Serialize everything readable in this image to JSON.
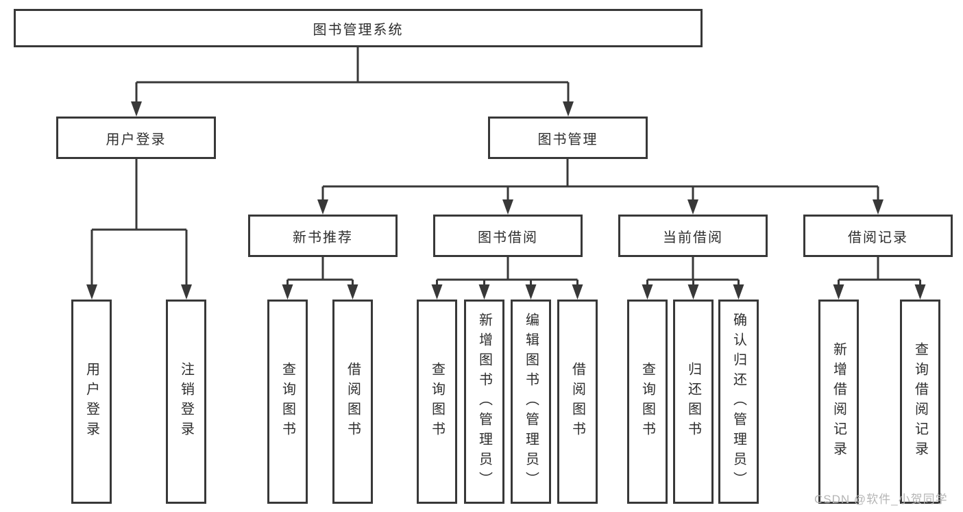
{
  "diagram_title": "图书管理系统",
  "level2": [
    {
      "label": "用户登录"
    },
    {
      "label": "图书管理"
    }
  ],
  "level3": [
    {
      "label": "新书推荐"
    },
    {
      "label": "图书借阅"
    },
    {
      "label": "当前借阅"
    },
    {
      "label": "借阅记录"
    }
  ],
  "leaves": {
    "user": [
      "用户登录",
      "注销登录"
    ],
    "new_books": [
      "查询图书",
      "借阅图书"
    ],
    "book_borrow": [
      "查询图书",
      "新增图书（管理员）",
      "编辑图书（管理员）",
      "借阅图书"
    ],
    "current_borrow": [
      "查询图书",
      "归还图书",
      "确认归还（管理员）"
    ],
    "borrow_records": [
      "新增借阅记录",
      "查询借阅记录"
    ]
  },
  "watermark": "CSDN @软件_小贺同学",
  "colors": {
    "line": "#383838",
    "text": "#2e2e2e",
    "watermark": "#b5b5b5",
    "background": "#ffffff"
  }
}
